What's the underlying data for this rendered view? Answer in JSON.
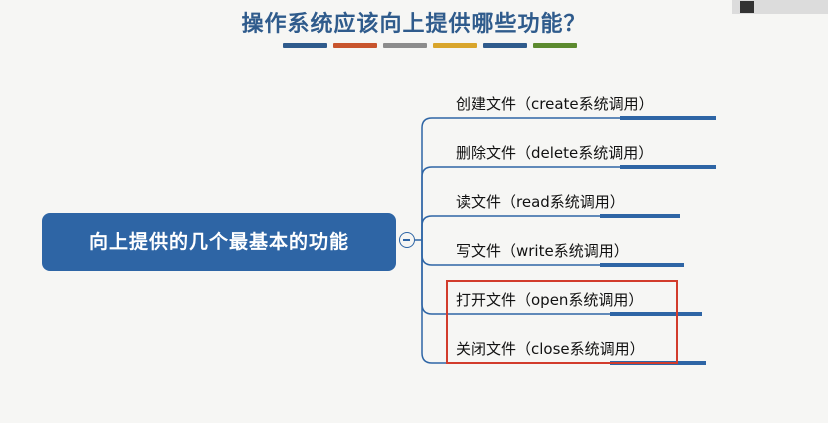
{
  "header": {
    "title": "操作系统应该向上提供哪些功能？",
    "bar_colors": [
      "#2f5b8c",
      "#c8542c",
      "#8c8c8c",
      "#d9a52b",
      "#2f5b8c",
      "#5c8a2e"
    ]
  },
  "diagram": {
    "central_label": "向上提供的几个最基本的功能",
    "branches": [
      {
        "label": "创建文件（create系统调用）"
      },
      {
        "label": "删除文件（delete系统调用）"
      },
      {
        "label": "读文件（read系统调用）"
      },
      {
        "label": "写文件（write系统调用）"
      },
      {
        "label": "打开文件（open系统调用）"
      },
      {
        "label": "关闭文件（close系统调用）"
      }
    ],
    "node_color": "#2e65a5",
    "highlight_color": "#d23c2c"
  }
}
